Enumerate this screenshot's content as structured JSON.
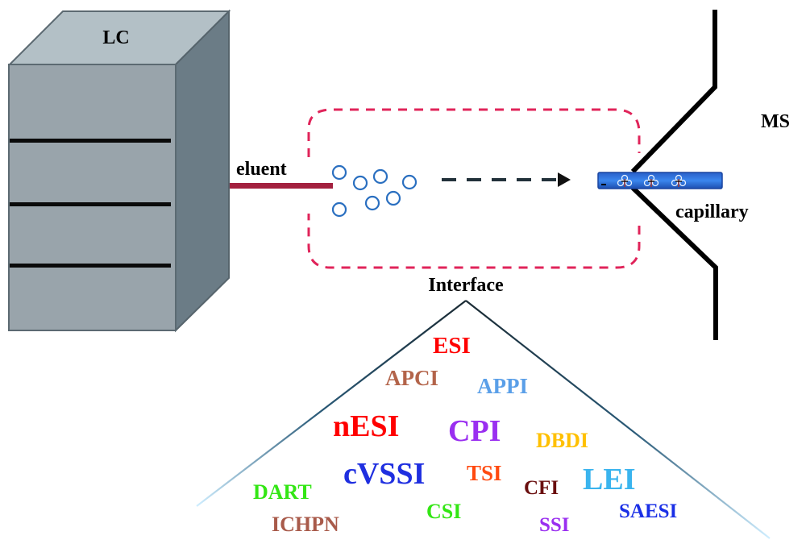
{
  "lc": {
    "label": "LC"
  },
  "ms": {
    "label": "MS"
  },
  "eluent": {
    "label": "eluent"
  },
  "capillary": {
    "label": "capillary"
  },
  "interface": {
    "label": "Interface"
  },
  "colors": {
    "lc_front": "#99a4ab",
    "lc_top": "#b3c0c6",
    "lc_side": "#6b7c86",
    "eluent_tube": "#a3203f",
    "interface_border": "#e0245a",
    "droplet": "#2a6fc0",
    "capillary": "#1f6fd8"
  },
  "techniques": [
    {
      "name": "ESI",
      "color": "#ff0000"
    },
    {
      "name": "APCI",
      "color": "#b3644a"
    },
    {
      "name": "APPI",
      "color": "#5a9fe8"
    },
    {
      "name": "nESI",
      "color": "#ff0000"
    },
    {
      "name": "CPI",
      "color": "#9a2ff0"
    },
    {
      "name": "DBDI",
      "color": "#ffc000"
    },
    {
      "name": "cVSSI",
      "color": "#1f2fe0"
    },
    {
      "name": "TSI",
      "color": "#ff4a10"
    },
    {
      "name": "CFI",
      "color": "#6a0f0f"
    },
    {
      "name": "LEI",
      "color": "#3ab4ee"
    },
    {
      "name": "DART",
      "color": "#33e614"
    },
    {
      "name": "CSI",
      "color": "#33e614"
    },
    {
      "name": "SAESI",
      "color": "#1a2fe6"
    },
    {
      "name": "ICHPN",
      "color": "#a85a4a"
    },
    {
      "name": "SSI",
      "color": "#9a2ff0"
    }
  ]
}
